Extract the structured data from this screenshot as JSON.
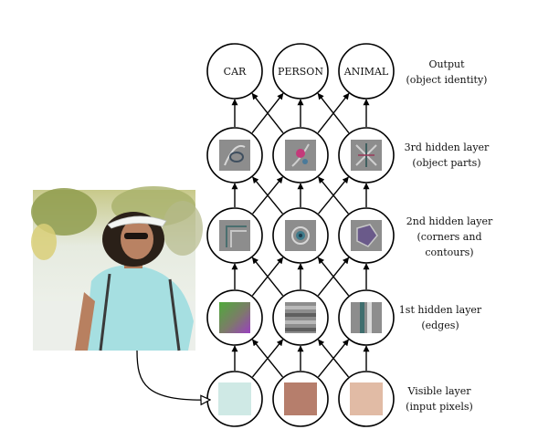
{
  "output_nodes": [
    "CAR",
    "PERSON",
    "ANIMAL"
  ],
  "layers": [
    {
      "id": "output",
      "lines": [
        "Output",
        "(object identity)"
      ]
    },
    {
      "id": "hidden3",
      "lines": [
        "3rd hidden layer",
        "(object parts)"
      ]
    },
    {
      "id": "hidden2",
      "lines": [
        "2nd hidden layer",
        "(corners and",
        "contours)"
      ]
    },
    {
      "id": "hidden1",
      "lines": [
        "1st hidden layer",
        "(edges)"
      ]
    },
    {
      "id": "visible",
      "lines": [
        "Visible layer",
        "(input pixels)"
      ]
    }
  ],
  "visible_pixel_colors": [
    "#cfe9e5",
    "#b67e6c",
    "#e1bba5"
  ],
  "colors": {
    "stroke": "#000000",
    "feature_bg": "#8d8d8d",
    "photo_sky": "#e8eee6",
    "photo_foliage": "#9aa55a",
    "photo_shirt": "#a9e1e3",
    "photo_skin": "#b88060",
    "photo_hair": "#2a2018"
  }
}
